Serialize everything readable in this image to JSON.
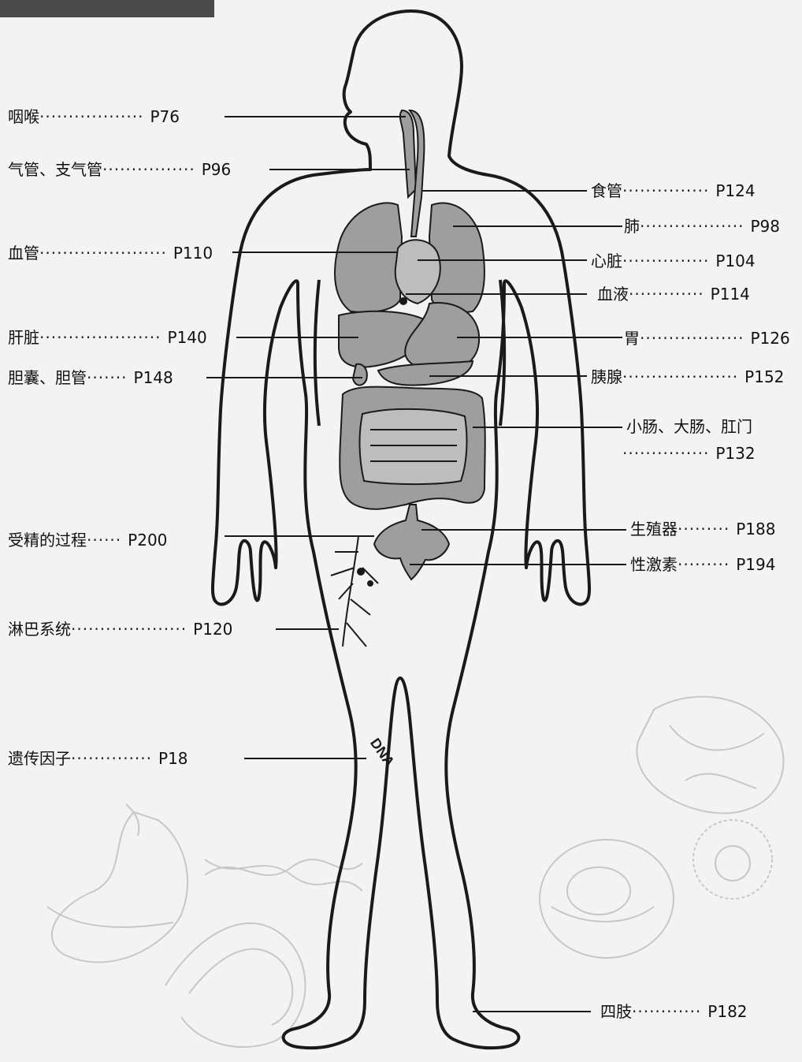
{
  "labels_left": [
    {
      "name": "咽喉",
      "dots": "··················",
      "page": "P76"
    },
    {
      "name": "气管、支气管",
      "dots": "················",
      "page": "P96"
    },
    {
      "name": "血管",
      "dots": "······················",
      "page": "P110"
    },
    {
      "name": "肝脏",
      "dots": "·····················",
      "page": "P140"
    },
    {
      "name": "胆囊、胆管",
      "dots": "·······",
      "page": "P148"
    },
    {
      "name": "受精的过程",
      "dots": "······",
      "page": "P200"
    },
    {
      "name": "淋巴系统",
      "dots": "····················",
      "page": "P120"
    },
    {
      "name": "遗传因子",
      "dots": "··············",
      "page": "P18"
    }
  ],
  "labels_right": [
    {
      "name": "食管",
      "dots": "···············",
      "page": "P124"
    },
    {
      "name": "肺",
      "dots": "··················",
      "page": "P98"
    },
    {
      "name": "心脏",
      "dots": "···············",
      "page": "P104"
    },
    {
      "name": "血液",
      "dots": "·············",
      "page": "P114"
    },
    {
      "name": "胃",
      "dots": "··················",
      "page": "P126"
    },
    {
      "name": "胰腺",
      "dots": "····················",
      "page": "P152"
    },
    {
      "name": "小肠、大肠、肛门",
      "dots": "···············",
      "page": "P132"
    },
    {
      "name": "生殖器",
      "dots": "·········",
      "page": "P188"
    },
    {
      "name": "性激素",
      "dots": "·········",
      "page": "P194"
    },
    {
      "name": "四肢",
      "dots": "············",
      "page": "P182"
    }
  ],
  "dna_label": "DNA"
}
